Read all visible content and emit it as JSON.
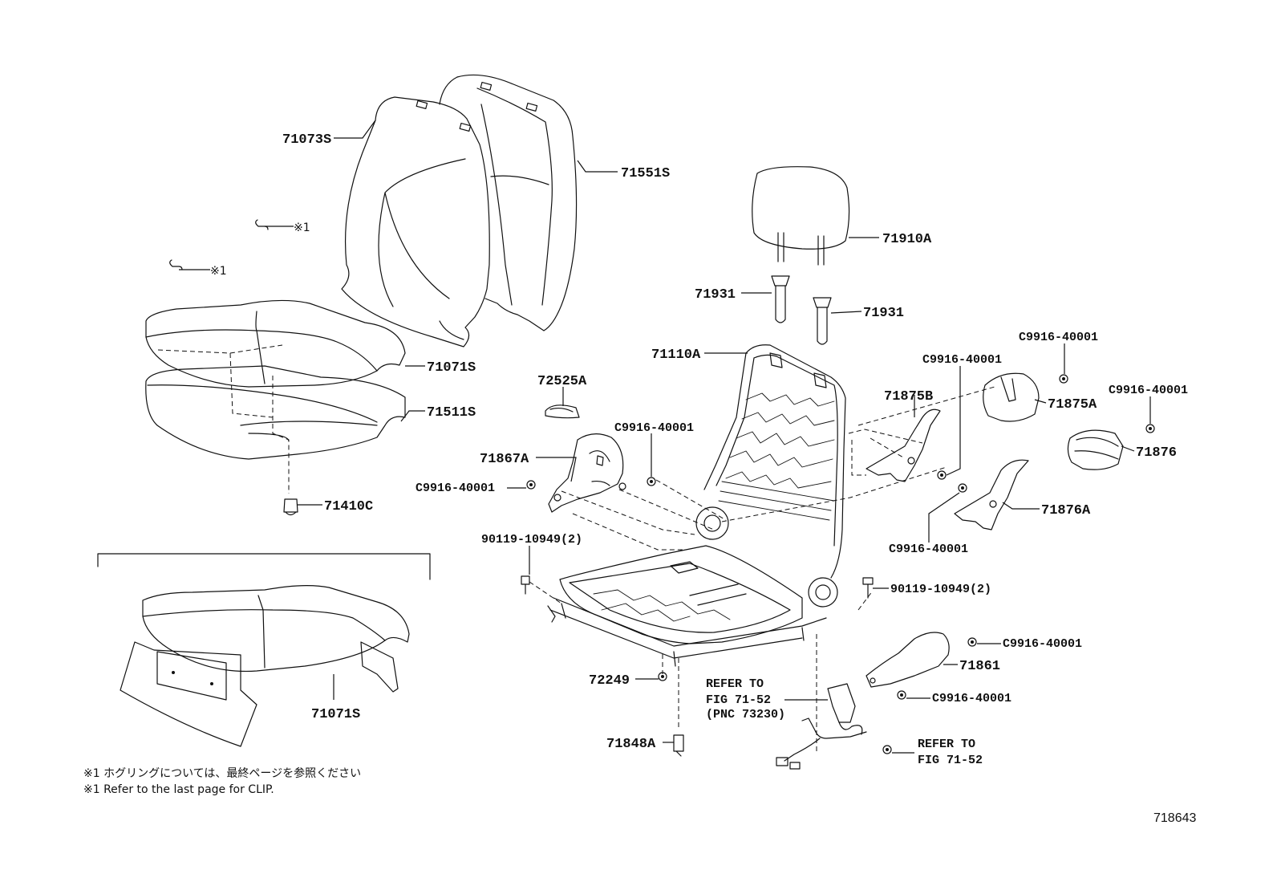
{
  "parts": {
    "p71073S": "71073S",
    "p71551S": "71551S",
    "p71910A": "71910A",
    "p71931_left": "71931",
    "p71931_right": "71931",
    "p71071S_top": "71071S",
    "p71511S": "71511S",
    "p71410C": "71410C",
    "p72525A": "72525A",
    "p71867A": "71867A",
    "p71110A": "71110A",
    "p71875B": "71875B",
    "p71875A": "71875A",
    "p71876": "71876",
    "p71876A": "71876A",
    "p72249": "72249",
    "p71848A": "71848A",
    "p71861": "71861",
    "p71071S_inset": "71071S"
  },
  "fasteners": {
    "bolt_9011_left": "90119-10949(2)",
    "bolt_9011_right": "90119-10949(2)",
    "c9916_a": "C9916-40001",
    "c9916_b": "C9916-40001",
    "c9916_c": "C9916-40001",
    "c9916_d": "C9916-40001",
    "c9916_e": "C9916-40001",
    "c9916_f": "C9916-40001",
    "c9916_g": "C9916-40001",
    "c9916_h": "C9916-40001"
  },
  "clip_marks": {
    "mark_upper": "※1",
    "mark_lower": "※1"
  },
  "refer_upper": {
    "line1": "REFER TO",
    "line2": "FIG 71-52",
    "line3": "(PNC 73230)"
  },
  "refer_lower": {
    "line1": "REFER TO",
    "line2": "FIG 71-52"
  },
  "notes": {
    "jp": "※1 ホグリングについては、最終ページを参照ください",
    "en": "※1 Refer to the last page for CLIP."
  },
  "illustration_id": "718643"
}
